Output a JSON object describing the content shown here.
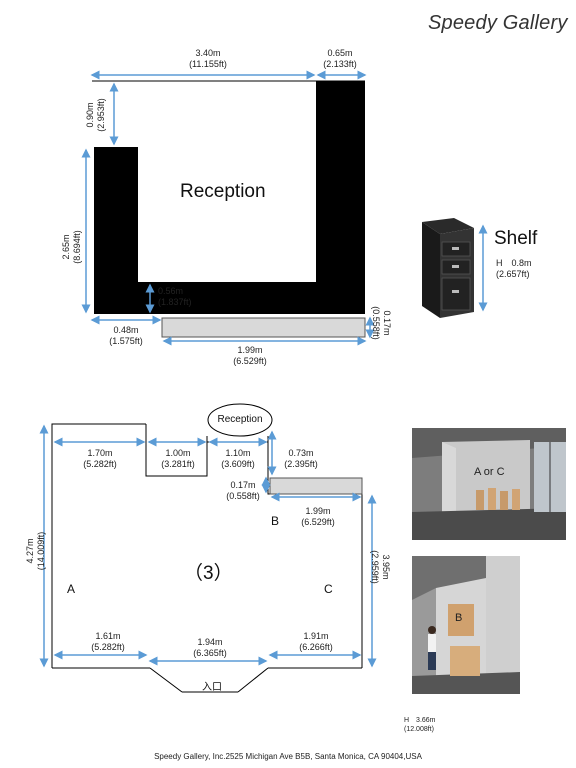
{
  "brand": "Speedy Gallery",
  "colors": {
    "dimension_line": "#5b9bd5",
    "wall": "#000000",
    "shelf_fill": "#d9d9d9"
  },
  "top_plan": {
    "room_label": "Reception",
    "dims": {
      "top_width": [
        "3.40m",
        "(11.155ft)"
      ],
      "top_right": [
        "0.65m",
        "(2.133ft)"
      ],
      "left_drop": [
        "0.90m",
        "(2.953ft)"
      ],
      "left_height": [
        "2.65m",
        "(8.694ft)"
      ],
      "inner_depth": [
        "0.56m",
        "(1.837ft)"
      ],
      "bottom_left": [
        "0.48m",
        "(1.575ft)"
      ],
      "shelf_width": [
        "1.99m",
        "(6.529ft)"
      ],
      "shelf_depth": [
        "0.17m",
        "(0.558ft)"
      ]
    }
  },
  "shelf_info": {
    "title": "Shelf",
    "height": "H　0.8m",
    "height_ft": "(2.657ft)"
  },
  "bottom_plan": {
    "room_number": "（3）",
    "reception_label": "Reception",
    "entrance_label": "入口",
    "wall_a": "A",
    "wall_b": "B",
    "wall_c": "C",
    "dims": {
      "left_height": [
        "4.27m",
        "(14.009ft)"
      ],
      "top_1": [
        "1.70m",
        "(5.282ft)"
      ],
      "top_2": [
        "1.00m",
        "(3.281ft)"
      ],
      "top_3": [
        "1.10m",
        "(3.609ft)"
      ],
      "right_top": [
        "0.73m",
        "(2.395ft)"
      ],
      "shelf_depth": [
        "0.17m",
        "(0.558ft)"
      ],
      "shelf_width": [
        "1.99m",
        "(6.529ft)"
      ],
      "right_height": [
        "3.95m",
        "(2.959ft)"
      ],
      "bottom_1": [
        "1.61m",
        "(5.282ft)"
      ],
      "bottom_2": [
        "1.94m",
        "(6.365ft)"
      ],
      "bottom_3": [
        "1.91m",
        "(6.266ft)"
      ]
    }
  },
  "photos": {
    "photo1_label": "A or C",
    "photo2_label": "B"
  },
  "height_note": [
    "H　3.66m",
    "(12.008ft)"
  ],
  "footer": "Speedy Gallery, Inc.2525 Michigan Ave B5B, Santa Monica, CA 90404,USA"
}
